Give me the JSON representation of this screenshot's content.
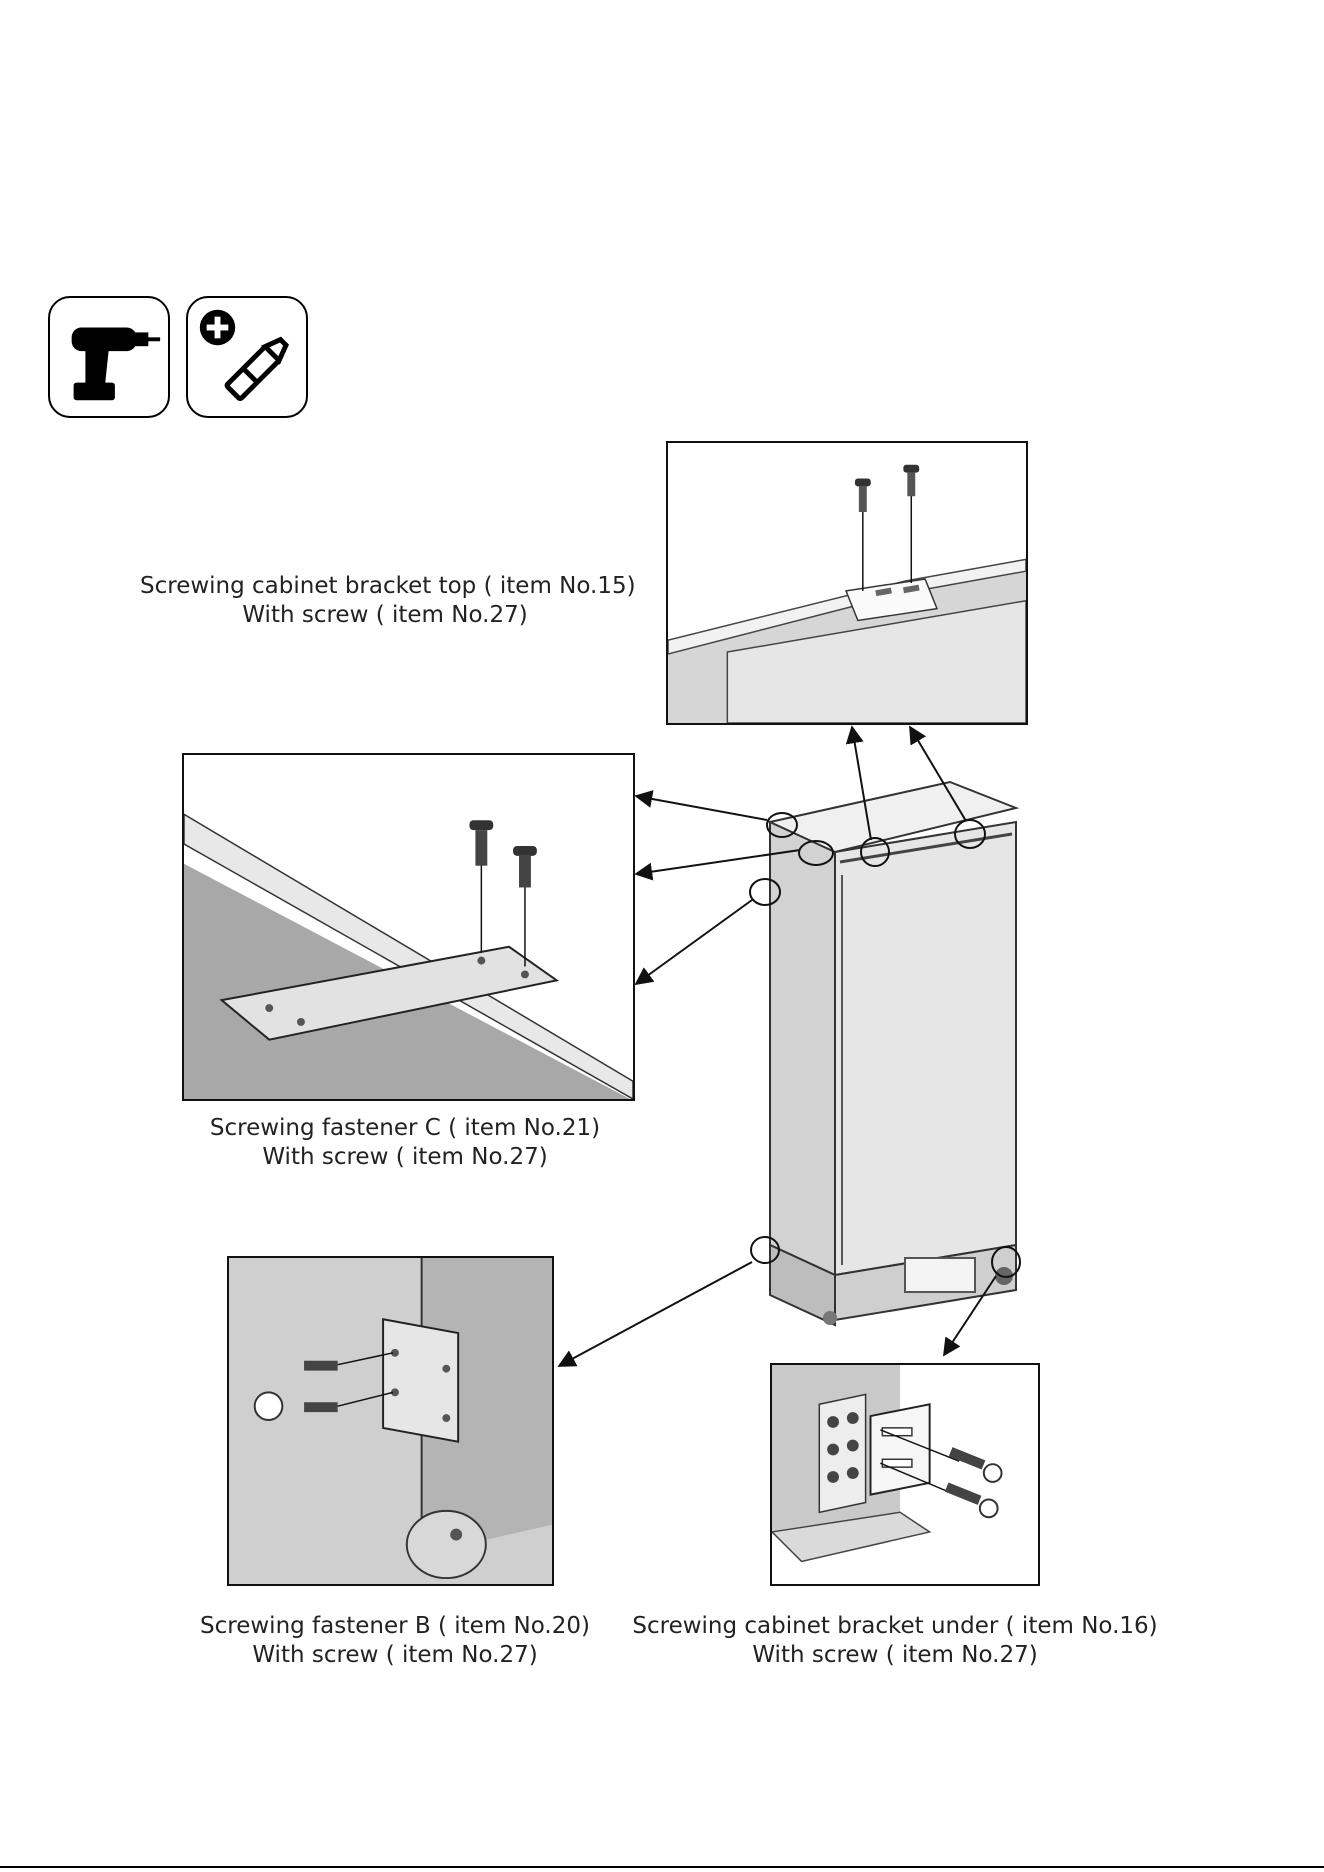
{
  "tools": [
    {
      "icon": "cordless-drill-icon"
    },
    {
      "icon": "phillips-bit-icon"
    }
  ],
  "captions": {
    "bracket_top": {
      "line1": "Screwing cabinet bracket top ( item No.15)",
      "line2": "With screw  ( item No.27)"
    },
    "fastener_c": {
      "line1": "Screwing fastener C ( item No.21)",
      "line2": "With screw  ( item No.27)"
    },
    "fastener_b": {
      "line1": "Screwing fastener B ( item No.20)",
      "line2": "With screw  ( item No.27)"
    },
    "bracket_under": {
      "line1": "Screwing cabinet bracket under ( item No.16)",
      "line2": "With screw  ( item No.27)"
    }
  },
  "colors": {
    "line": "#111111",
    "panel_gray": "#c4c4c4",
    "light_gray": "#e4e4e4",
    "dark_gray": "#8a8a8a"
  }
}
